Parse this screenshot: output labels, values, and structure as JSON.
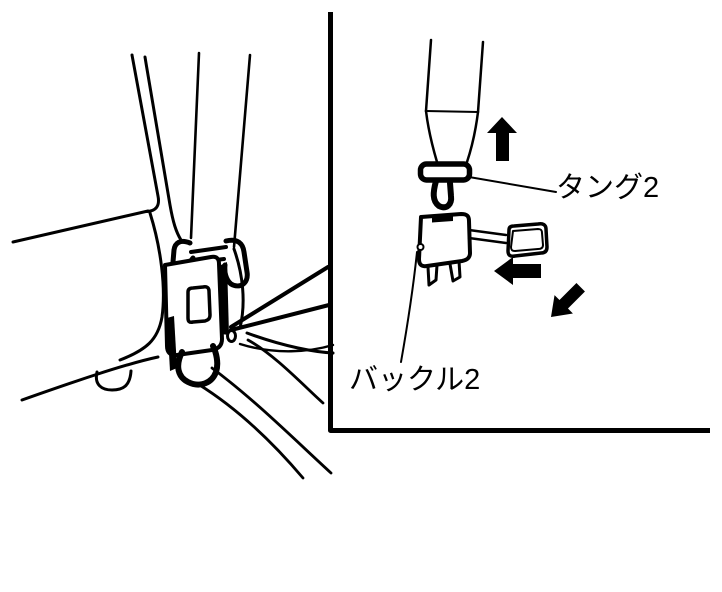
{
  "figure": {
    "labels": {
      "tongue": "タング2",
      "buckle": "バックル2"
    },
    "colors": {
      "line": "#000000",
      "background": "#ffffff"
    },
    "icons": {
      "pull_up_arrow": "arrow-up",
      "push_left_arrow": "arrow-left",
      "pull_out_arrow": "arrow-down-left"
    }
  }
}
